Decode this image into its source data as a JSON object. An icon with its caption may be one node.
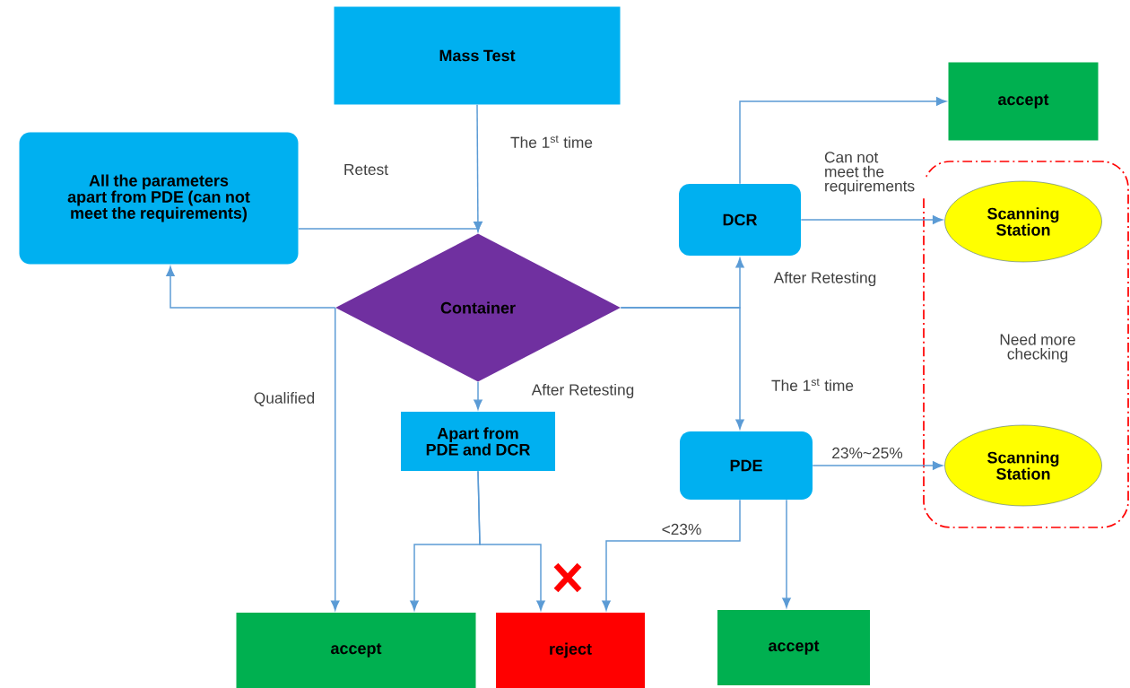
{
  "diagram": {
    "nodes": [
      {
        "text": [
          "Mass Test"
        ]
      },
      {
        "text": [
          "All the parameters apart from PDE (can not meet the requirements)"
        ]
      },
      {
        "text": [
          "Container"
        ]
      },
      {
        "text": [
          "accept"
        ]
      },
      {
        "text": [
          "DCR"
        ]
      },
      {
        "text": [
          "Need more checking"
        ]
      },
      {
        "text": [
          "Scanning Station"
        ],
        "in": 5
      },
      {
        "text": [
          "Apart from PDE and DCR"
        ]
      },
      {
        "text": [
          "PDE"
        ]
      },
      {
        "text": [
          "Scanning Station"
        ],
        "in": 5
      },
      {
        "text": [
          "accept"
        ]
      },
      {
        "text": [
          "reject"
        ]
      },
      {
        "text": [
          "accept"
        ]
      }
    ],
    "edges": [
      {
        "from": 0,
        "to": 2,
        "arrow": "to",
        "label": "The 1$^{st}$ time"
      },
      {
        "from": 1,
        "to": 2,
        "arrow": "to",
        "label": "Retest"
      },
      {
        "from": 2,
        "to": 1,
        "arrow": "to"
      },
      {
        "from": 2,
        "to": 10,
        "arrow": "to",
        "label": "Qualified"
      },
      {
        "from": 2,
        "to": 7,
        "arrow": "to",
        "label": "After Retesting"
      },
      {
        "from": 2,
        "to": 4,
        "arrow": "to",
        "label": "After Retesting"
      },
      {
        "from": 2,
        "to": 8,
        "arrow": "to",
        "label": "The 1$^{st}$ time"
      },
      {
        "from": 4,
        "to": 3,
        "arrow": "to"
      },
      {
        "from": 4,
        "to": 6,
        "arrow": "to",
        "label": "Can not meet the requirements"
      },
      {
        "from": 8,
        "to": 9,
        "arrow": "to",
        "label": "23%~25%"
      },
      {
        "from": 8,
        "to": 11,
        "arrow": "to",
        "label": "<23%"
      },
      {
        "from": 8,
        "to": 12,
        "arrow": "to"
      },
      {
        "from": 7,
        "to": 10,
        "arrow": "to"
      },
      {
        "from": 7,
        "to": 11,
        "arrow": "to"
      }
    ]
  }
}
